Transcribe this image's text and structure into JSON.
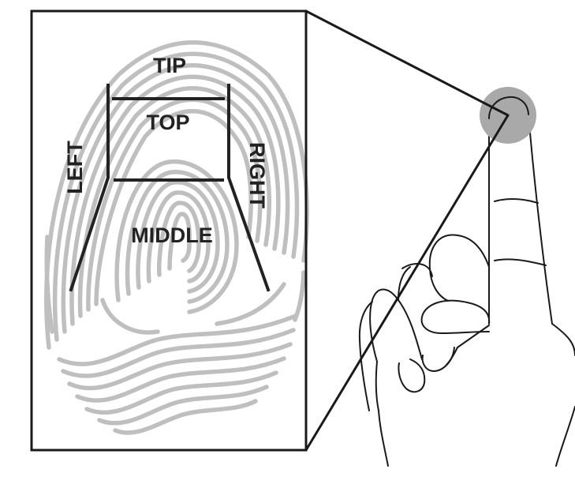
{
  "labels": {
    "tip": "TIP",
    "top": "TOP",
    "left": "LEFT",
    "right": "RIGHT",
    "middle": "MIDDLE"
  },
  "colors": {
    "ridges": "#bfbfbf",
    "lines": "#222222",
    "highlight": "#a9a9a9"
  }
}
